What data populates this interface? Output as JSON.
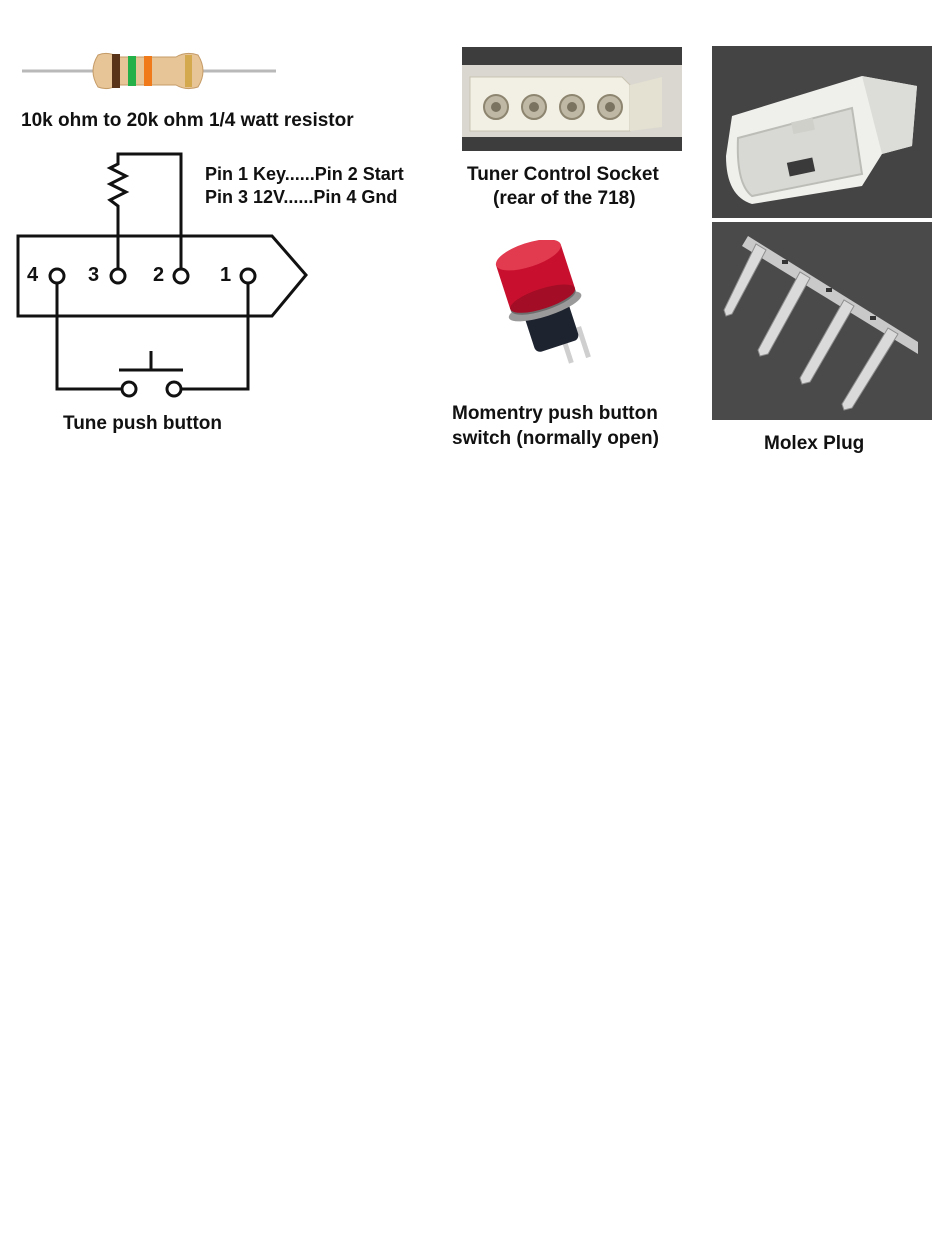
{
  "resistor": {
    "caption": "10k ohm to 20k ohm 1/4 watt resistor"
  },
  "pinout": {
    "line1": "Pin 1  Key......Pin 2 Start",
    "line2": "Pin 3 12V......Pin 4 Gnd"
  },
  "schematic": {
    "pins": [
      "4",
      "3",
      "2",
      "1"
    ],
    "caption": "Tune push button"
  },
  "socket": {
    "caption_line1": "Tuner Control Socket",
    "caption_line2": "(rear of the 718)"
  },
  "switch": {
    "caption_line1": "Momentry push button",
    "caption_line2": "switch (normally open)"
  },
  "molex": {
    "caption": "Molex Plug"
  },
  "colors": {
    "ink": "#111111",
    "switch_red": "#c8102e",
    "photo_dark": "#3a3a3a"
  }
}
